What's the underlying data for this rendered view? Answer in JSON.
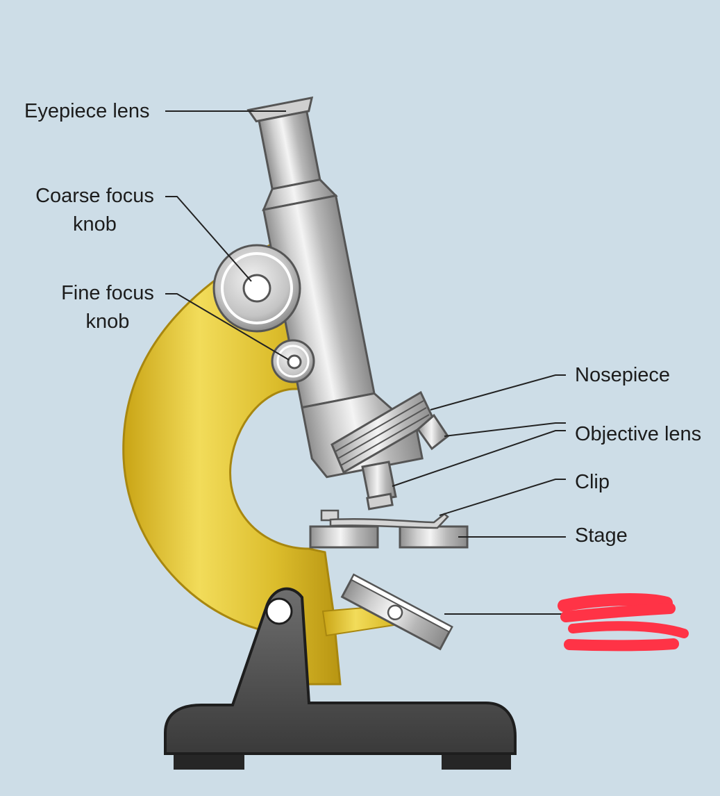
{
  "diagram": {
    "labels": {
      "eyepiece": "Eyepiece lens",
      "coarse_line1": "Coarse focus",
      "coarse_line2": "knob",
      "fine_line1": "Fine focus",
      "fine_line2": "knob",
      "nosepiece": "Nosepiece",
      "objective": "Objective lens",
      "clip": "Clip",
      "stage": "Stage"
    },
    "colors": {
      "background": "#cddde7",
      "arm": "#d6b52a",
      "metal": "#b9b9b9",
      "base": "#4a4a4a",
      "redaction": "#ff3346"
    }
  }
}
